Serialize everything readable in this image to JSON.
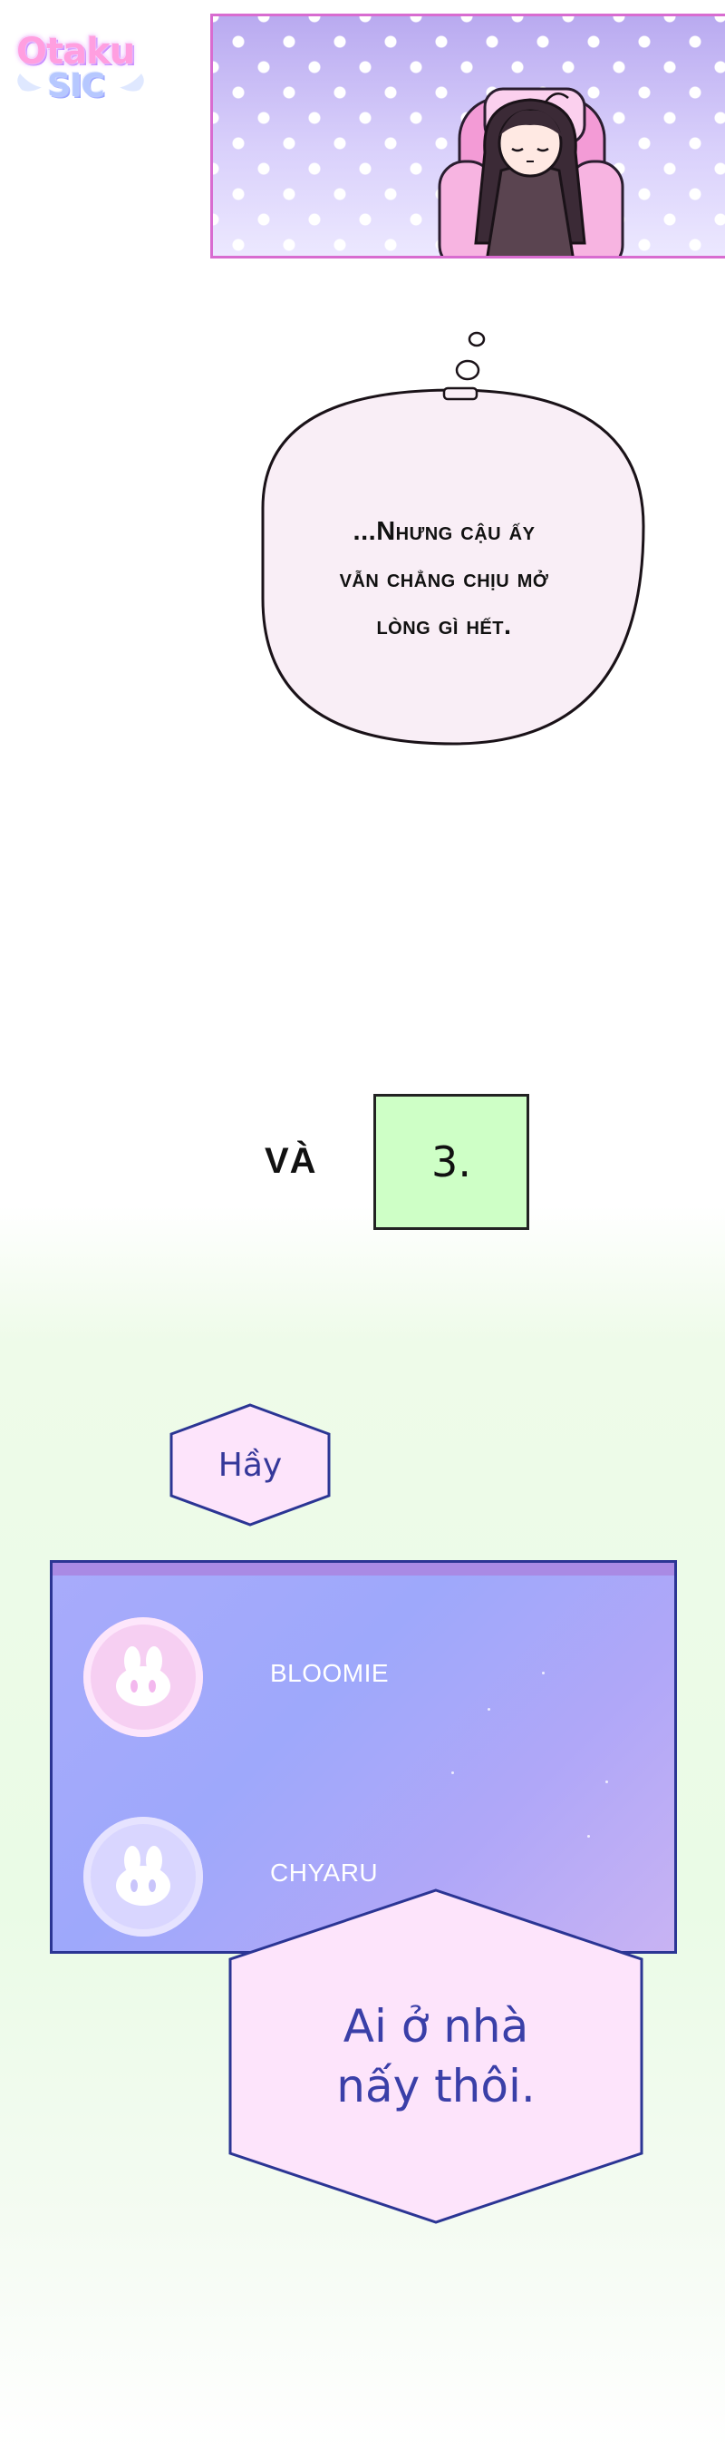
{
  "logo": {
    "line1": "Otaku",
    "line2": "SIC"
  },
  "thought_bubble": {
    "lines": [
      "...Nhưng cậu ấy",
      "vẫn chẳng chịu mở",
      "lòng gì hết."
    ]
  },
  "conjunction": "VÀ",
  "green_box": {
    "label": "3."
  },
  "small_hexagon": {
    "text": "Hầy"
  },
  "chat": {
    "users": [
      {
        "name": "BLOOMIE",
        "avatar_icon": "bunny-icon"
      },
      {
        "name": "CHYARU",
        "avatar_icon": "bunny-icon"
      }
    ]
  },
  "big_hexagon": {
    "lines": [
      "Ai ở nhà",
      "nấy thôi."
    ]
  },
  "colors": {
    "panel_border": "#d86cd0",
    "green_box_fill": "#ceffc6",
    "hexagon_fill": "#fde4fb",
    "hexagon_stroke": "#2b3594",
    "chat_border": "#2b3594"
  }
}
